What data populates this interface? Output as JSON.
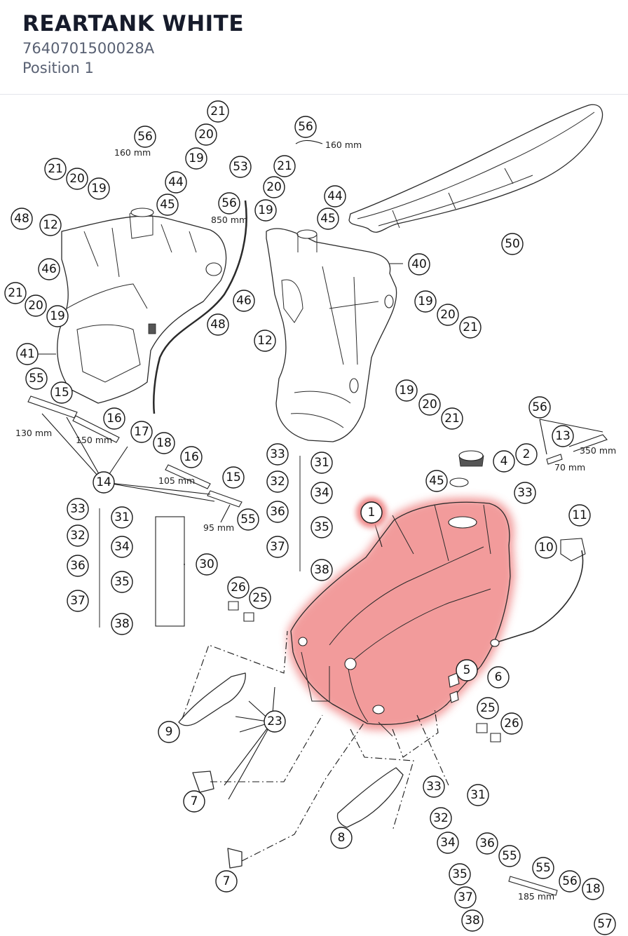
{
  "header": {
    "title": "REARTANK WHITE",
    "part_number": "7640701500028A",
    "position": "Position 1"
  },
  "highlight_color": "#f08a8a",
  "highlighted_callout": "1",
  "callouts": [
    "21",
    "20",
    "56",
    "19",
    "44",
    "45",
    "21",
    "20",
    "19",
    "12",
    "48",
    "46",
    "21",
    "20",
    "19",
    "41",
    "55",
    "15",
    "16",
    "17",
    "18",
    "16",
    "14",
    "15",
    "55",
    "33",
    "31",
    "32",
    "34",
    "36",
    "35",
    "37",
    "38",
    "30",
    "53",
    "56",
    "21",
    "20",
    "44",
    "19",
    "45",
    "56",
    "50",
    "40",
    "46",
    "48",
    "12",
    "19",
    "20",
    "21",
    "19",
    "20",
    "21",
    "33",
    "31",
    "32",
    "34",
    "36",
    "35",
    "37",
    "38",
    "56",
    "13",
    "2",
    "4",
    "45",
    "33",
    "11",
    "10",
    "1",
    "26",
    "25",
    "5",
    "6",
    "25",
    "26",
    "9",
    "23",
    "7",
    "7",
    "8",
    "33",
    "31",
    "32",
    "34",
    "36",
    "55",
    "35",
    "55",
    "56",
    "37",
    "18",
    "38",
    "57"
  ],
  "dimensions": [
    "160 mm",
    "160 mm",
    "850 mm",
    "130 mm",
    "150 mm",
    "105 mm",
    "95 mm",
    "350 mm",
    "70 mm",
    "185 mm"
  ]
}
